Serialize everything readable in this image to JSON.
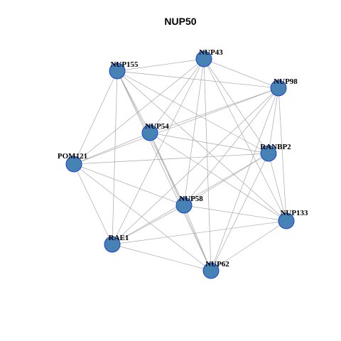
{
  "title": "NUP50",
  "node_color": "#4682b4",
  "node_border_color": "#1f3fd0",
  "edge_color": "#a9a9a9",
  "nodes": [
    {
      "id": "NUP43",
      "label": "NUP43"
    },
    {
      "id": "NUP155",
      "label": "NUP155"
    },
    {
      "id": "NUP98",
      "label": "NUP98"
    },
    {
      "id": "NUP54",
      "label": "NUP54"
    },
    {
      "id": "POM121",
      "label": "POM121"
    },
    {
      "id": "RANBP2",
      "label": "RANBP2"
    },
    {
      "id": "NUP58",
      "label": "NUP58"
    },
    {
      "id": "NUP133",
      "label": "NUP133"
    },
    {
      "id": "RAE1",
      "label": "RAE1"
    },
    {
      "id": "NUP62",
      "label": "NUP62"
    }
  ],
  "edges": [
    [
      "NUP155",
      "NUP43"
    ],
    [
      "NUP155",
      "NUP98"
    ],
    [
      "NUP155",
      "NUP54"
    ],
    [
      "NUP155",
      "POM121"
    ],
    [
      "NUP155",
      "RANBP2"
    ],
    [
      "NUP155",
      "NUP58"
    ],
    [
      "NUP155",
      "NUP133"
    ],
    [
      "NUP155",
      "RAE1"
    ],
    [
      "NUP155",
      "NUP62"
    ],
    [
      "NUP43",
      "NUP98"
    ],
    [
      "NUP43",
      "NUP54"
    ],
    [
      "NUP43",
      "POM121"
    ],
    [
      "NUP43",
      "RANBP2"
    ],
    [
      "NUP43",
      "NUP58"
    ],
    [
      "NUP43",
      "NUP133"
    ],
    [
      "NUP43",
      "RAE1"
    ],
    [
      "NUP43",
      "NUP62"
    ],
    [
      "NUP98",
      "NUP54"
    ],
    [
      "NUP98",
      "POM121"
    ],
    [
      "NUP98",
      "RANBP2"
    ],
    [
      "NUP98",
      "NUP58"
    ],
    [
      "NUP98",
      "NUP133"
    ],
    [
      "NUP98",
      "RAE1"
    ],
    [
      "NUP98",
      "NUP62"
    ],
    [
      "NUP54",
      "POM121"
    ],
    [
      "NUP54",
      "RANBP2"
    ],
    [
      "NUP54",
      "NUP58"
    ],
    [
      "NUP54",
      "NUP133"
    ],
    [
      "NUP54",
      "NUP62"
    ],
    [
      "POM121",
      "RANBP2"
    ],
    [
      "POM121",
      "NUP58"
    ],
    [
      "POM121",
      "RAE1"
    ],
    [
      "POM121",
      "NUP62"
    ],
    [
      "RANBP2",
      "NUP58"
    ],
    [
      "RANBP2",
      "NUP133"
    ],
    [
      "RANBP2",
      "RAE1"
    ],
    [
      "RANBP2",
      "NUP62"
    ],
    [
      "NUP58",
      "NUP133"
    ],
    [
      "NUP58",
      "RAE1"
    ],
    [
      "NUP58",
      "NUP62"
    ],
    [
      "NUP133",
      "RAE1"
    ],
    [
      "NUP133",
      "NUP62"
    ],
    [
      "RAE1",
      "NUP62"
    ]
  ]
}
